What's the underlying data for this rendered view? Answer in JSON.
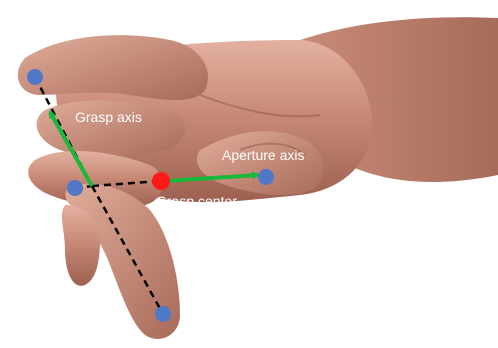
{
  "labels": {
    "grasp_axis": "Grasp axis",
    "aperture_axis": "Aperture axis",
    "grasp_center": "Grasp center"
  },
  "colors": {
    "background": "#ffffff",
    "skin": "#c98b78",
    "skin_shadow": "#8e5547",
    "skin_highlight": "#e7b8a6",
    "contact_point": "#4f78c6",
    "grasp_center": "#ff1a1a",
    "axis_arrow": "#18b83a",
    "dashed_line": "#000000",
    "label_text": "#ffffff"
  }
}
